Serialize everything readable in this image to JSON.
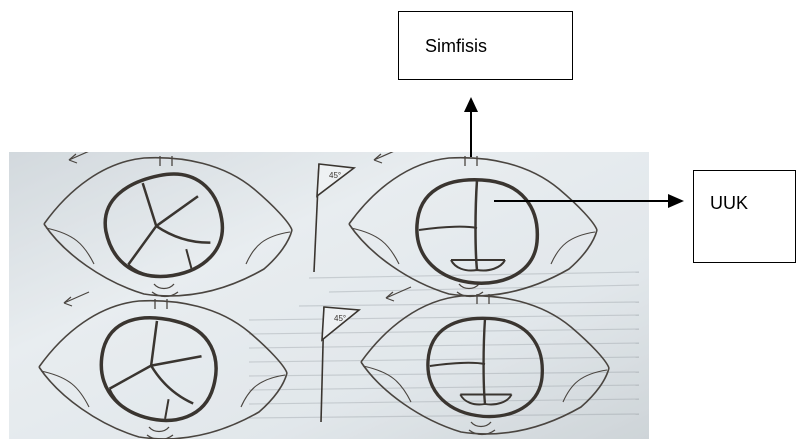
{
  "labels": {
    "symphysis": "Simfisis",
    "posterior_fontanelle": "UUK"
  },
  "figure": {
    "panels": [
      {
        "position": "top-left",
        "angle_flag": ""
      },
      {
        "position": "top-right",
        "angle_flag": "45°"
      },
      {
        "position": "bottom-left",
        "angle_flag": ""
      },
      {
        "position": "bottom-right",
        "angle_flag": "45°"
      }
    ]
  },
  "colors": {
    "paper": "#dfe5ea",
    "ink": "#3a3530",
    "arrow": "#000000"
  }
}
